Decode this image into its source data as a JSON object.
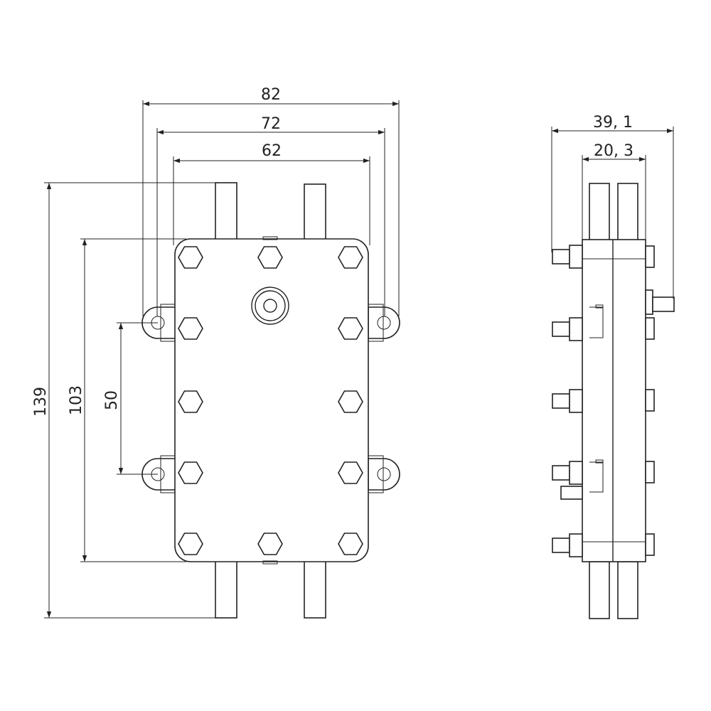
{
  "front_view": {
    "dimensions": {
      "overall_width": "82",
      "mount_width": "72",
      "body_width": "62",
      "overall_height": "139",
      "body_height": "103",
      "mount_spacing": "50"
    }
  },
  "side_view": {
    "dimensions": {
      "overall_depth": "39, 1",
      "body_depth": "20, 3"
    }
  },
  "colors": {
    "line": "#222222",
    "background": "#ffffff"
  }
}
